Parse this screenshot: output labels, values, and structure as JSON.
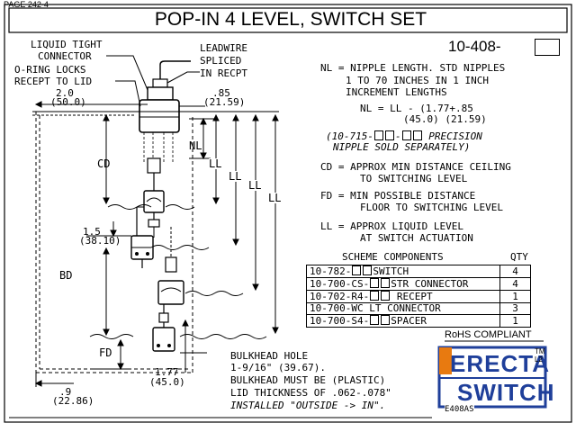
{
  "page_label": "PAGE 242-4",
  "title": "POP-IN 4 LEVEL, SWITCH SET",
  "part_number_prefix": "10-408-",
  "callouts": {
    "liquid_tight_1": "LIQUID TIGHT",
    "liquid_tight_2": "CONNECTOR",
    "oring_1": "O-RING LOCKS",
    "oring_2": "RECEPT TO LID",
    "leadwire_1": "LEADWIRE",
    "leadwire_2": "SPLICED",
    "leadwire_3": "IN RECPT"
  },
  "dimensions": {
    "d_2_0": "2.0",
    "d_50_0": "(50.0)",
    "d_85": ".85",
    "d_21_59": "(21.59)",
    "d_1_5": "1.5",
    "d_38_10": "(38.10)",
    "d_1_77": "1.77",
    "d_45_0": "(45.0)",
    "d_9": ".9",
    "d_22_86": "(22.86)"
  },
  "diagram_labels": {
    "nl": "NL",
    "cd": "CD",
    "bd": "BD",
    "fd": "FD",
    "ll": "LL"
  },
  "notes": {
    "nl_line1": "NL = NIPPLE LENGTH. STD NIPPLES",
    "nl_line2": "1 TO 70 INCHES IN 1 INCH",
    "nl_line3": "INCREMENT LENGTHS",
    "formula_1": "NL = LL - (1.77+.85",
    "formula_2": "(45.0) (21.59)",
    "precision_prefix": "(10-715-",
    "precision_mid": "-",
    "precision_suffix": " PRECISION",
    "precision_2": "NIPPLE SOLD SEPARATELY)",
    "cd_1": "CD = APPROX MIN DISTANCE CEILING",
    "cd_2": "TO SWITCHING LEVEL",
    "fd_1": "FD = MIN POSSIBLE DISTANCE",
    "fd_2": "FLOOR TO SWITCHING LEVEL",
    "ll_1": "LL = APPROX LIQUID LEVEL",
    "ll_2": "AT SWITCH ACTUATION"
  },
  "scheme": {
    "header": "SCHEME COMPONENTS",
    "qty_header": "QTY",
    "rows": [
      {
        "pre": "10-782-",
        "post": "SWITCH",
        "qty": "4"
      },
      {
        "pre": "10-700-CS-",
        "post": "STR CONNECTOR",
        "qty": "4"
      },
      {
        "pre": "10-702-R4-",
        "post": " RECEPT",
        "qty": "1"
      },
      {
        "pre": "10-700-WC LT CONNECTOR",
        "post": "",
        "qty": "3"
      },
      {
        "pre": "10-700-S4-",
        "post": "SPACER",
        "qty": "1"
      }
    ]
  },
  "rohs": "RoHS COMPLIANT",
  "bulkhead": {
    "l1": "BULKHEAD HOLE",
    "l2": "1-9/16\" (39.67).",
    "l3": "BULKHEAD MUST BE (PLASTIC)",
    "l4": "LID THICKNESS OF .062-.078\"",
    "l5": "INSTALLED \"OUTSIDE -> IN\"."
  },
  "logo": {
    "word1": "ERECTA",
    "word2": "SWITCH",
    "tm": "TM",
    "l2": "L2",
    "code": "E408AS",
    "colors": {
      "blue": "#1f3f9a",
      "orange": "#e87a10"
    }
  }
}
